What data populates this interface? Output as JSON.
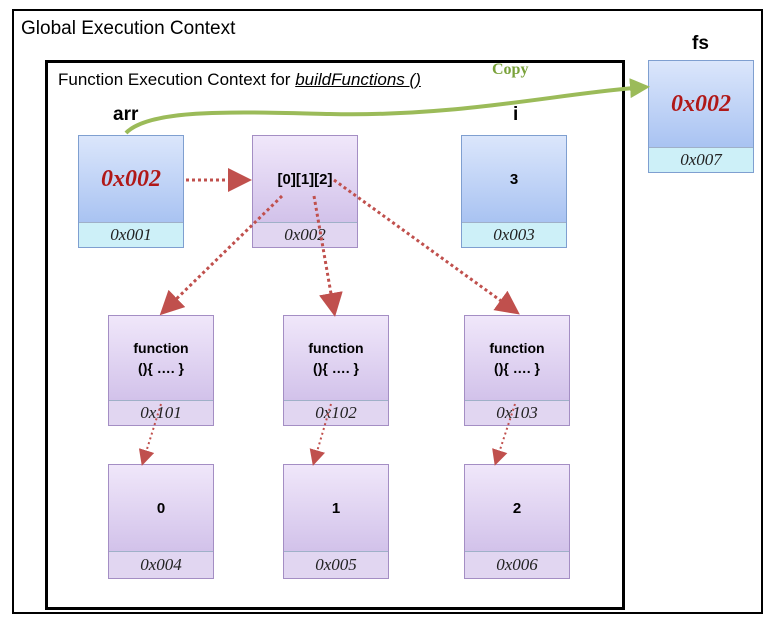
{
  "global_context": {
    "title": "Global Execution Context"
  },
  "function_context": {
    "title_prefix": "Function Execution Context for ",
    "title_func": "buildFunctions ()"
  },
  "labels": {
    "arr": "arr",
    "i": "i",
    "fs": "fs",
    "copy": "Copy"
  },
  "cells": {
    "arr_ref": {
      "value": "0x002",
      "address": "0x001"
    },
    "array": {
      "value": "[0][1][2]",
      "address": "0x002"
    },
    "i_val": {
      "value": "3",
      "address": "0x003"
    },
    "fs_ref": {
      "value": "0x002",
      "address": "0x007"
    },
    "fn0": {
      "value_line1": "function",
      "value_line2": "(){ …. }",
      "address": "0x101"
    },
    "fn1": {
      "value_line1": "function",
      "value_line2": "(){ …. }",
      "address": "0x102"
    },
    "fn2": {
      "value_line1": "function",
      "value_line2": "(){ …. }",
      "address": "0x103"
    },
    "n0": {
      "value": "0",
      "address": "0x004"
    },
    "n1": {
      "value": "1",
      "address": "0x005"
    },
    "n2": {
      "value": "2",
      "address": "0x006"
    }
  },
  "colors": {
    "arrow_dotted": "#c0504d",
    "copy_arrow": "#9bbb59",
    "ref_text": "#b01818"
  }
}
